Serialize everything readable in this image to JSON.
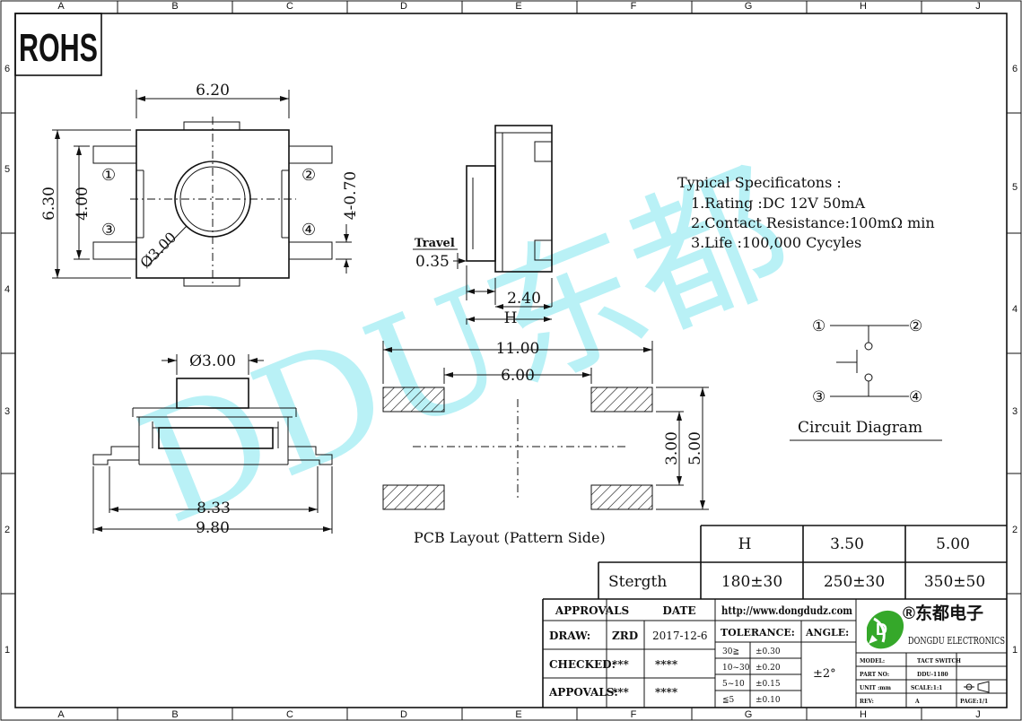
{
  "border": {
    "columns": [
      "A",
      "B",
      "C",
      "D",
      "E",
      "F",
      "G",
      "H",
      "J"
    ],
    "rows": [
      "6",
      "5",
      "4",
      "3",
      "2",
      "1"
    ]
  },
  "rohs": "ROHS",
  "top_view": {
    "width": "6.20",
    "height": "6.30",
    "inner_height": "4.00",
    "pin_dim": "4-0.70",
    "diameter": "Ø3.00",
    "pins": [
      "①",
      "②",
      "③",
      "④"
    ]
  },
  "side_view": {
    "travel_label": "Travel",
    "travel_value": "0.35",
    "width": "2.40",
    "height_label": "H"
  },
  "front_view": {
    "diameter": "Ø3.00",
    "inner_width": "8.33",
    "outer_width": "9.80"
  },
  "pcb": {
    "total_width": "11.00",
    "pad_spacing": "6.00",
    "inner_height": "3.00",
    "outer_height": "5.00",
    "caption": "PCB Layout (Pattern Side)"
  },
  "specs": {
    "title": "Typical Specificatons :",
    "items": [
      "1.Rating :DC 12V 50mA",
      "2.Contact Resistance:100mΩ min",
      "3.Life :100,000 Cycyles"
    ]
  },
  "circuit": {
    "caption": "Circuit Diagram",
    "pins": [
      "①",
      "②",
      "③",
      "④"
    ]
  },
  "watermark": "DDU东都",
  "force_table": {
    "header": [
      "H",
      "3.50",
      "5.00"
    ],
    "row_label": "Stergth",
    "values": [
      "180±30",
      "250±30",
      "350±50"
    ]
  },
  "title_block": {
    "approvals": "APPROVALS",
    "date_label": "DATE",
    "url": "http://www.dongdudz.com",
    "draw_label": "DRAW:",
    "draw_name": "ZRD",
    "draw_date": "2017-12-6",
    "checked_label": "CHECKED:",
    "checked_name": "***",
    "checked_date": "****",
    "appovals_label": "APPOVALS:",
    "appovals_name": "***",
    "appovals_date": "****",
    "tolerance_label": "TOLERANCE:",
    "angle_label": "ANGLE:",
    "angle_value": "±2°",
    "tolerances": [
      {
        "range": "30≧",
        "value": "±0.30"
      },
      {
        "range": "10~30",
        "value": "±0.20"
      },
      {
        "range": "5~10",
        "value": "±0.15"
      },
      {
        "range": "≦5",
        "value": "±0.10"
      }
    ],
    "company_cn": "®东都电子",
    "company_en": "DONGDU ELECTRONICS",
    "logo_letter": "D",
    "model_label": "MODEL:",
    "model_value": "TACT SWITCH",
    "partno_label": "PART NO:",
    "partno_value": "DDU-1180",
    "unit_label": "UNIT :mm",
    "scale_label": "SCALE:1:1",
    "rev_label": "REV:",
    "rev_value": "A",
    "page_label": "PAGE:1/1"
  },
  "colors": {
    "line": "#111111",
    "watermark": "#7fe6ee",
    "logo_green": "#35a82a"
  }
}
